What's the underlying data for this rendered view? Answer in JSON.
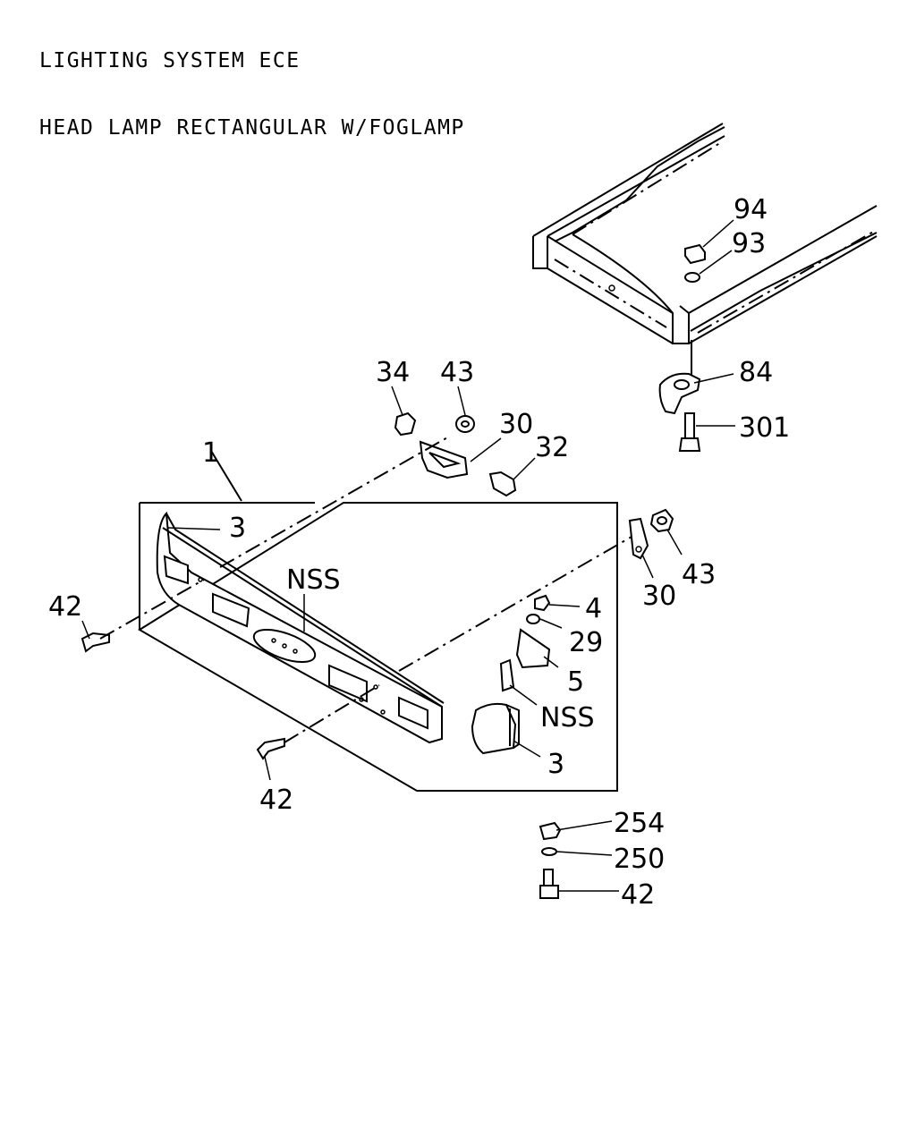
{
  "header": {
    "line1": "LIGHTING SYSTEM ECE",
    "line2": "HEAD LAMP RECTANGULAR W/FOGLAMP"
  },
  "callouts": {
    "c1": "1",
    "c3_top": "3",
    "c3_bottom": "3",
    "c4": "4",
    "c5": "5",
    "c29": "29",
    "c30_top": "30",
    "c30_right": "30",
    "c32": "32",
    "c34": "34",
    "c43_top": "43",
    "c43_right": "43",
    "c42_left": "42",
    "c42_bottom": "42",
    "c42_lower": "42",
    "c84": "84",
    "c93": "93",
    "c94": "94",
    "c250": "250",
    "c254": "254",
    "c301": "301",
    "nss_panel": "NSS",
    "nss_lamp": "NSS"
  }
}
